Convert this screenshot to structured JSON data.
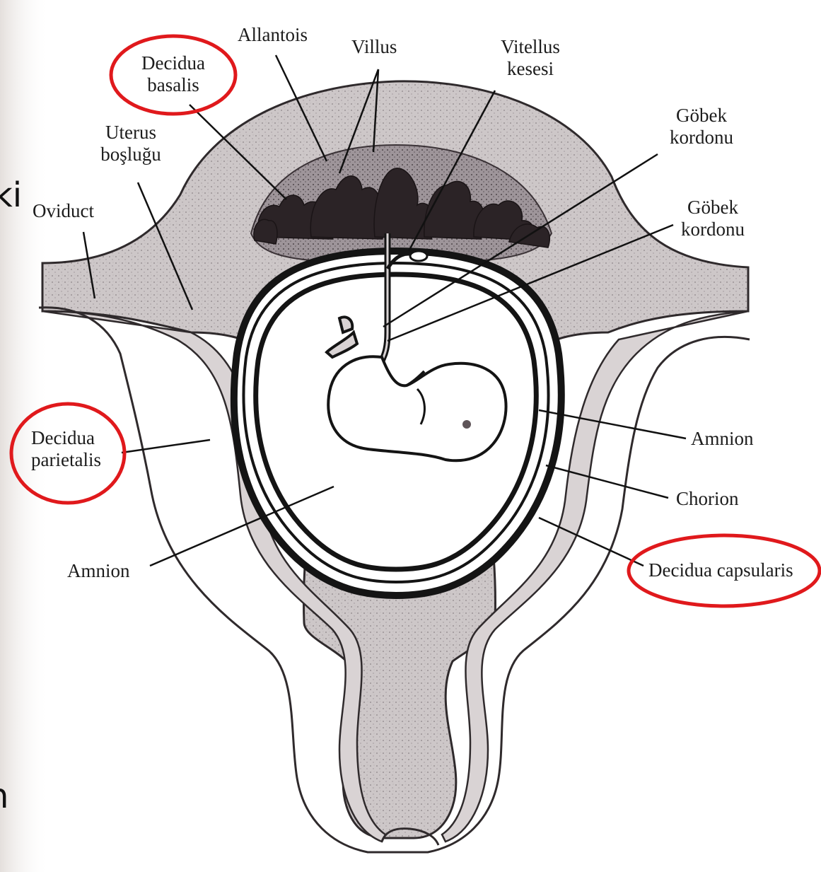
{
  "labels": {
    "decidua_basalis": "Decidua\nbasalis",
    "allantois": "Allantois",
    "villus": "Villus",
    "vitellus_kesesi": "Vitellus\nkesesi",
    "uterus_boslugu": "Uterus\nboşluğu",
    "gobek_kordonu_1": "Göbek\nkordonu",
    "gobek_kordonu_2": "Göbek\nkordonu",
    "oviduct": "Oviduct",
    "decidua_parietalis": "Decidua\nparietalis",
    "amnion_right": "Amnion",
    "chorion": "Chorion",
    "amnion_left": "Amnion",
    "decidua_capsularis": "Decidua capsularis"
  },
  "edge_text": {
    "top_fragment": "ki",
    "bottom_fragment": "n"
  },
  "colors": {
    "highlight_circle": "#e0191c",
    "tissue": "#c9c3c4",
    "tissue_dark": "#5e5458",
    "villi": "#2b2326",
    "line": "#111111",
    "background_left": "#ece8e6"
  }
}
